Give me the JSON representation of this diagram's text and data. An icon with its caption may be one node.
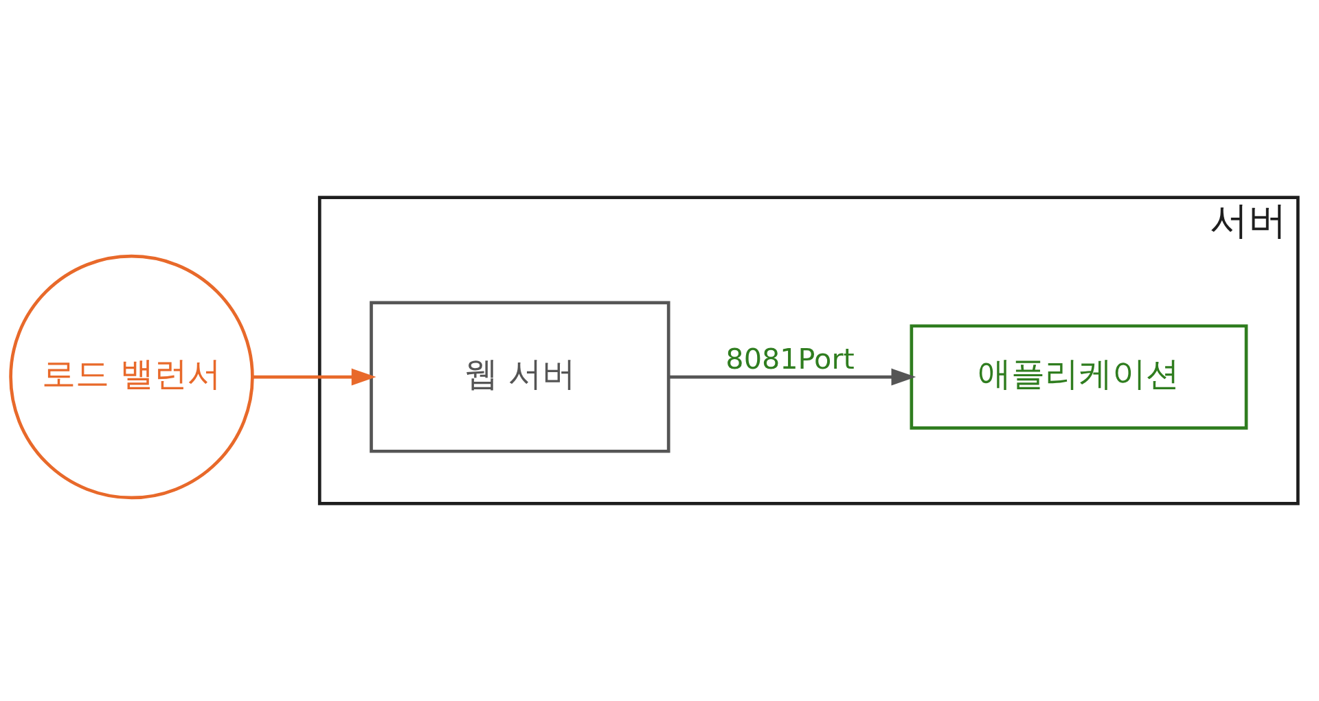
{
  "diagram": {
    "nodes": [
      {
        "text": [
          "로드 밸런서"
        ]
      },
      {
        "text": [
          "서버"
        ]
      },
      {
        "text": [
          "웹 서버"
        ],
        "in": 1
      },
      {
        "text": [
          "애플리케이션"
        ],
        "in": 1
      }
    ],
    "edges": [
      {
        "from": 0,
        "to": 2,
        "arrow": "to",
        "color": "#e8692a"
      },
      {
        "from": 2,
        "to": 3,
        "arrow": "to",
        "label": "8081Port",
        "color": "#555555"
      }
    ]
  }
}
